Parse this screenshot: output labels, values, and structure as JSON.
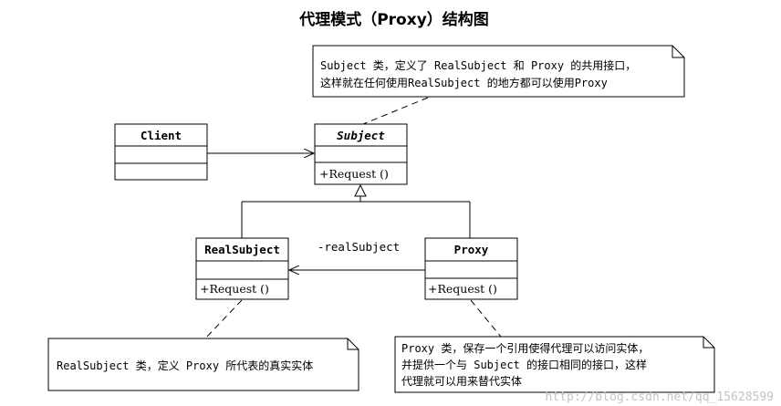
{
  "title": "代理模式（Proxy）结构图",
  "classes": {
    "client": {
      "name": "Client"
    },
    "subject": {
      "name": "Subject",
      "operation": "+Request ()"
    },
    "realsubject": {
      "name": "RealSubject",
      "operation": "+Request ()"
    },
    "proxy": {
      "name": "Proxy",
      "operation": "+Request ()"
    }
  },
  "association_label": "-realSubject",
  "notes": {
    "subject": [
      "Subject 类，定义了 RealSubject 和 Proxy 的共用接口，",
      "这样就在任何使用RealSubject 的地方都可以使用Proxy"
    ],
    "realsubject": [
      "RealSubject 类，定义 Proxy 所代表的真实实体"
    ],
    "proxy": [
      "Proxy 类，保存一个引用使得代理可以访问实体，",
      "并提供一个与 Subject 的接口相同的接口，这样",
      "代理就可以用来替代实体"
    ]
  },
  "watermark": "http://blog.csdn.net/qq_15628599"
}
